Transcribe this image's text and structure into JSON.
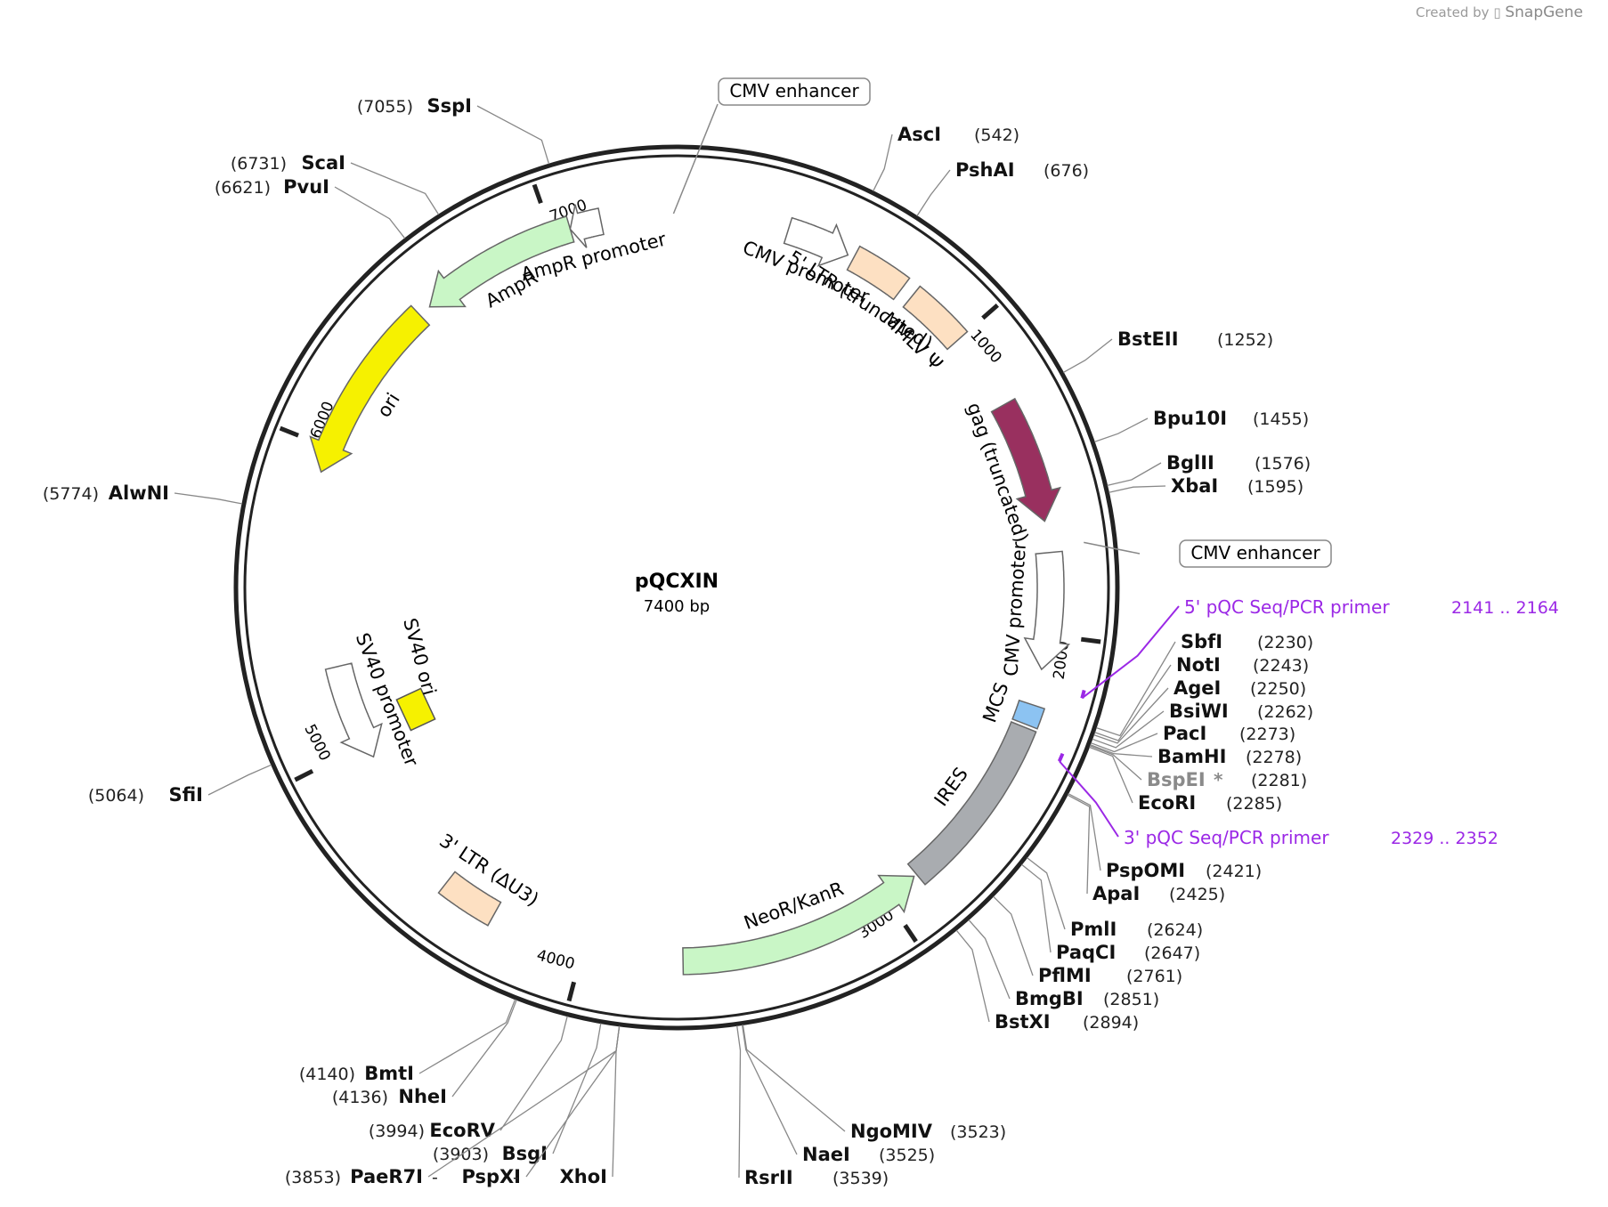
{
  "credit": {
    "prefix": "Created by",
    "brand": "SnapGene"
  },
  "plasmid": {
    "name": "pQCXIN",
    "size_label": "7400 bp",
    "length": 7400
  },
  "ticks": [
    {
      "label": "1000",
      "pos": 1000
    },
    {
      "label": "2000",
      "pos": 2000
    },
    {
      "label": "3000",
      "pos": 3000
    },
    {
      "label": "4000",
      "pos": 4000
    },
    {
      "label": "5000",
      "pos": 5000
    },
    {
      "label": "6000",
      "pos": 6000
    },
    {
      "label": "7000",
      "pos": 7000
    }
  ],
  "features": [
    {
      "label": "CMV enhancer",
      "start": 7330,
      "end": 355,
      "type": "boxed-label"
    },
    {
      "label": "CMV promoter",
      "start": 356,
      "end": 560,
      "type": "arrow",
      "color": "#ffffff"
    },
    {
      "label": "5' LTR (truncated)",
      "start": 580,
      "end": 760,
      "type": "box",
      "color": "#fde0c2"
    },
    {
      "label": "MMLV Ψ",
      "start": 800,
      "end": 1000,
      "type": "box",
      "color": "#fde0c2"
    },
    {
      "label": "gag (truncated)",
      "start": 1250,
      "end": 1640,
      "type": "arrow",
      "color": "#99305f"
    },
    {
      "label": "CMV enhancer",
      "start": 1700,
      "end": 1740,
      "type": "boxed-label"
    },
    {
      "label": "CMV promoter",
      "start": 1740,
      "end": 2110,
      "type": "arrow",
      "color": "#ffffff"
    },
    {
      "label": "MCS",
      "start": 2225,
      "end": 2290,
      "type": "box",
      "color": "#8cc3f2"
    },
    {
      "label": "IRES",
      "start": 2300,
      "end": 2880,
      "type": "box",
      "color": "#a9acb0"
    },
    {
      "label": "NeoR/KanR",
      "start": 2890,
      "end": 3680,
      "type": "arrow",
      "color": "#c9f6c6"
    },
    {
      "label": "3' LTR (ΔU3)",
      "start": 4300,
      "end": 4480,
      "type": "box",
      "color": "#fde0c2"
    },
    {
      "label": "SV40 promoter",
      "start": 4950,
      "end": 5280,
      "type": "arrow",
      "color": "#ffffff"
    },
    {
      "label": "SV40 ori",
      "start": 5200,
      "end": 5280,
      "type": "box",
      "color": "#f6f100"
    },
    {
      "label": "ori",
      "start": 5920,
      "end": 6510,
      "type": "arrow",
      "color": "#f6f100"
    },
    {
      "label": "AmpR",
      "start": 6550,
      "end": 7060,
      "type": "arrow",
      "color": "#c9f6c6"
    },
    {
      "label": "AmpR promoter",
      "start": 7060,
      "end": 7160,
      "type": "arrow",
      "color": "#ffffff"
    }
  ],
  "sites": [
    {
      "name": "SspI",
      "pos": 7055
    },
    {
      "name": "ScaI",
      "pos": 6731
    },
    {
      "name": "PvuI",
      "pos": 6621
    },
    {
      "name": "AscI",
      "pos": 542
    },
    {
      "name": "PshAI",
      "pos": 676
    },
    {
      "name": "BstEII",
      "pos": 1252
    },
    {
      "name": "Bpu10I",
      "pos": 1455
    },
    {
      "name": "BglII",
      "pos": 1576
    },
    {
      "name": "XbaI",
      "pos": 1595
    },
    {
      "name": "SbfI",
      "pos": 2230
    },
    {
      "name": "NotI",
      "pos": 2243
    },
    {
      "name": "AgeI",
      "pos": 2250
    },
    {
      "name": "BsiWI",
      "pos": 2262
    },
    {
      "name": "PacI",
      "pos": 2273
    },
    {
      "name": "BamHI",
      "pos": 2278
    },
    {
      "name": "BspEI",
      "pos": 2281,
      "suffix": "*",
      "muted": true
    },
    {
      "name": "EcoRI",
      "pos": 2285
    },
    {
      "name": "PspOMI",
      "pos": 2421
    },
    {
      "name": "ApaI",
      "pos": 2425
    },
    {
      "name": "PmlI",
      "pos": 2624
    },
    {
      "name": "PaqCI",
      "pos": 2647
    },
    {
      "name": "PflMI",
      "pos": 2761
    },
    {
      "name": "BmgBI",
      "pos": 2851
    },
    {
      "name": "BstXI",
      "pos": 2894
    },
    {
      "name": "NgoMIV",
      "pos": 3523
    },
    {
      "name": "NaeI",
      "pos": 3525
    },
    {
      "name": "RsrII",
      "pos": 3539
    },
    {
      "name": "BmtI",
      "pos": 4140
    },
    {
      "name": "NheI",
      "pos": 4136
    },
    {
      "name": "EcoRV",
      "pos": 3994
    },
    {
      "name": "BsgI",
      "pos": 3903
    },
    {
      "name": "PaeR7I",
      "pos": 3853
    },
    {
      "name": "PspXI",
      "pos": 3853
    },
    {
      "name": "XhoI",
      "pos": 3853
    },
    {
      "name": "SfiI",
      "pos": 5064
    },
    {
      "name": "AlwNI",
      "pos": 5774
    }
  ],
  "primers": [
    {
      "label": "5' pQC Seq/PCR primer",
      "range": "2141 .. 2164",
      "start": 2141,
      "end": 2164,
      "color": "#9b28e6"
    },
    {
      "label": "3' pQC Seq/PCR primer",
      "range": "2329 .. 2352",
      "start": 2329,
      "end": 2352,
      "color": "#9b28e6"
    }
  ]
}
